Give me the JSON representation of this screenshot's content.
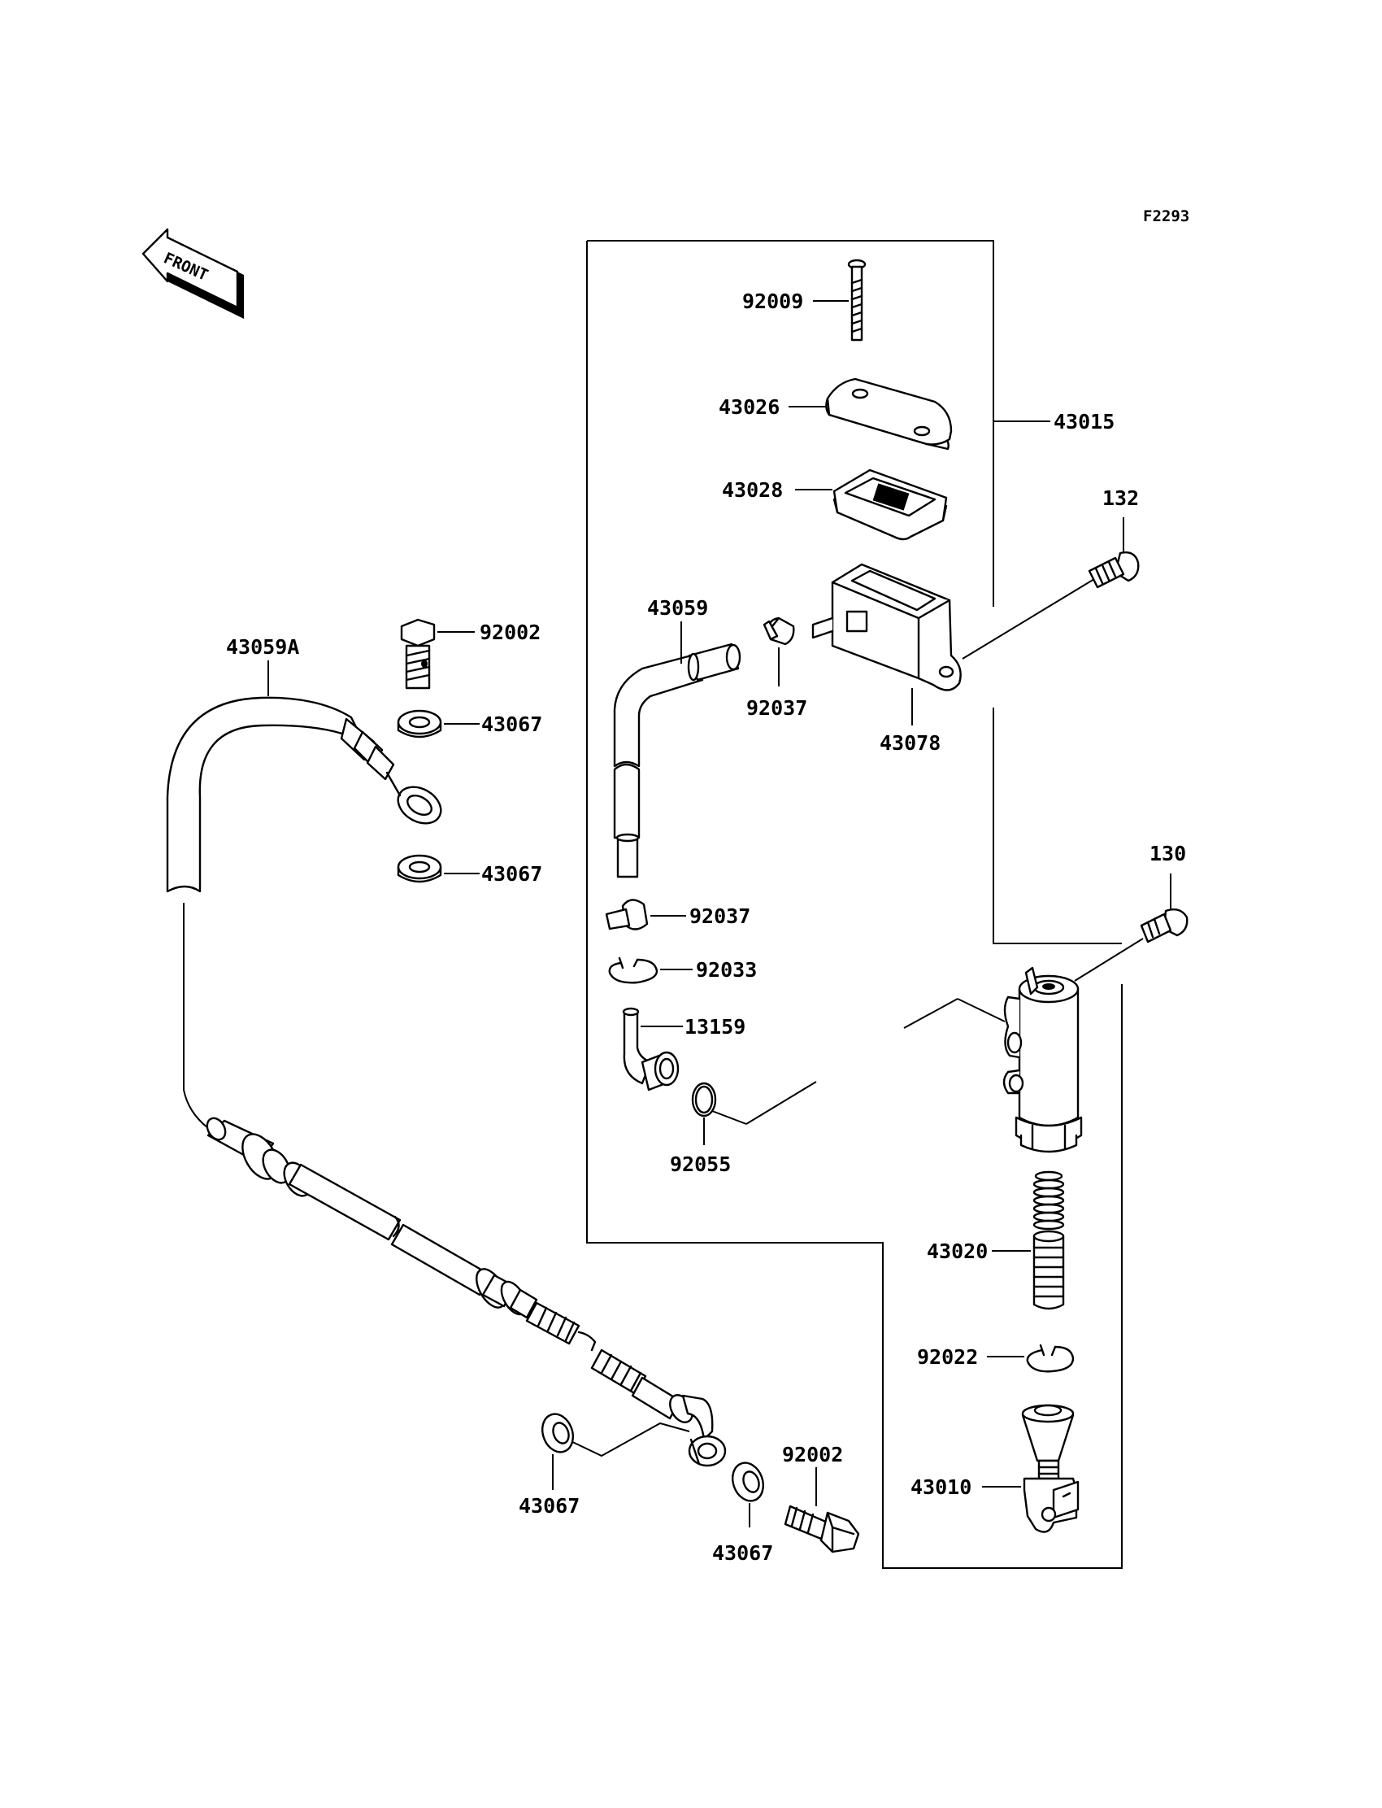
{
  "diagram": {
    "code": "F2293",
    "front_label": "FRONT",
    "labels": {
      "p92009": "92009",
      "p43026": "43026",
      "p43028": "43028",
      "p43015": "43015",
      "p132": "132",
      "p43059": "43059",
      "p92037a": "92037",
      "p43078": "43078",
      "p43059A": "43059A",
      "p92002a": "92002",
      "p43067a": "43067",
      "p43067b": "43067",
      "p92037b": "92037",
      "p92033": "92033",
      "p13159": "13159",
      "p92055": "92055",
      "p130": "130",
      "p43020": "43020",
      "p92022": "92022",
      "p43010": "43010",
      "p92002b": "92002",
      "p43067c": "43067",
      "p43067d": "43067"
    }
  }
}
